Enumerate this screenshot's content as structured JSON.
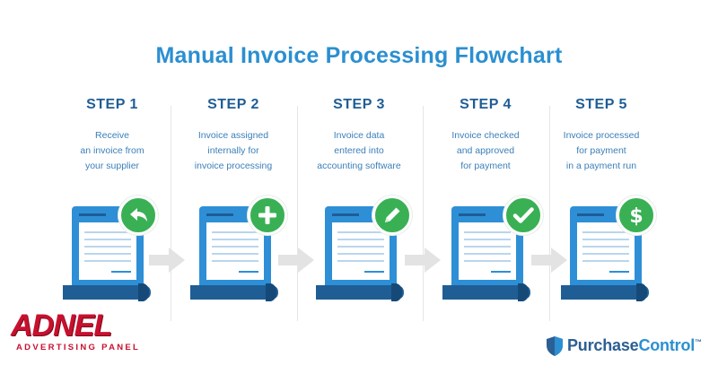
{
  "title": "Manual Invoice Processing Flowchart",
  "steps": [
    {
      "label": "STEP 1",
      "desc": [
        "Receive",
        "an invoice from",
        "your supplier"
      ],
      "icon": "reply-arrow-icon"
    },
    {
      "label": "STEP 2",
      "desc": [
        "Invoice assigned",
        "internally for",
        "invoice processing"
      ],
      "icon": "plus-icon"
    },
    {
      "label": "STEP 3",
      "desc": [
        "Invoice data",
        "entered into",
        "accounting software"
      ],
      "icon": "pencil-icon"
    },
    {
      "label": "STEP 4",
      "desc": [
        "Invoice checked",
        "and approved",
        "for payment"
      ],
      "icon": "checkmark-icon"
    },
    {
      "label": "STEP 5",
      "desc": [
        "Invoice processed",
        "for payment",
        "in a payment run"
      ],
      "icon": "dollar-icon"
    }
  ],
  "brand_right": {
    "part1": "Purchase",
    "part2": "Control",
    "tm": "™"
  },
  "watermark": {
    "big": "ADNEL",
    "small": "ADVERTISING PANEL"
  },
  "colors": {
    "title": "#2b8fd1",
    "step_label": "#1f5d95",
    "doc_blue": "#2e8fd6",
    "doc_dark": "#1f5d95",
    "badge_green": "#39b054",
    "arrow_gray": "#e3e3e3"
  }
}
